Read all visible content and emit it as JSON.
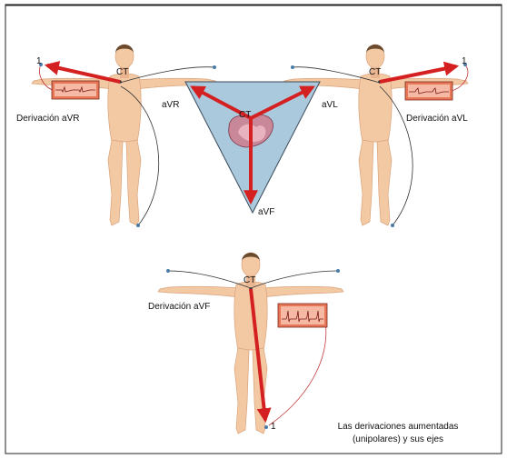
{
  "figure": {
    "central_terminal": "CT",
    "electrode_number": "1",
    "lead_labels": {
      "avr": "aVR",
      "avl": "aVL",
      "avf": "aVF"
    },
    "captions": {
      "avr": "Derivación aVR",
      "avl": "Derivación aVL",
      "avf": "Derivación aVF"
    },
    "footnote_line1": "Las derivaciones aumentadas",
    "footnote_line2": "(unipolares) y sus ejes"
  },
  "colors": {
    "skin": "#f3c9a4",
    "skin_shadow": "#e0a77f",
    "hair": "#6b4a2e",
    "arrow": "#d42020",
    "triangle_fill": "#aac9dd",
    "triangle_stroke": "#3a4a5a",
    "ecg_box": "#e8775a",
    "wire": "#333333"
  },
  "icons": [
    "human-figure-icon",
    "heart-icon",
    "ecg-strip-icon",
    "electrode-icon"
  ]
}
